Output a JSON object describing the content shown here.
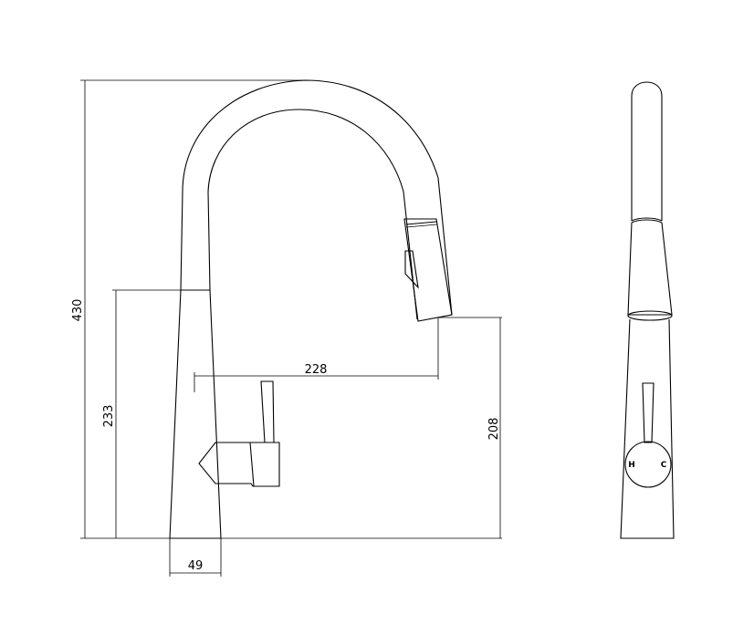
{
  "dimensions": {
    "total_height": "430",
    "lever_height": "233",
    "spout_clearance": "208",
    "spout_reach": "228",
    "base_diameter": "49"
  },
  "handle_labels": {
    "hot": "H",
    "cold": "C"
  }
}
